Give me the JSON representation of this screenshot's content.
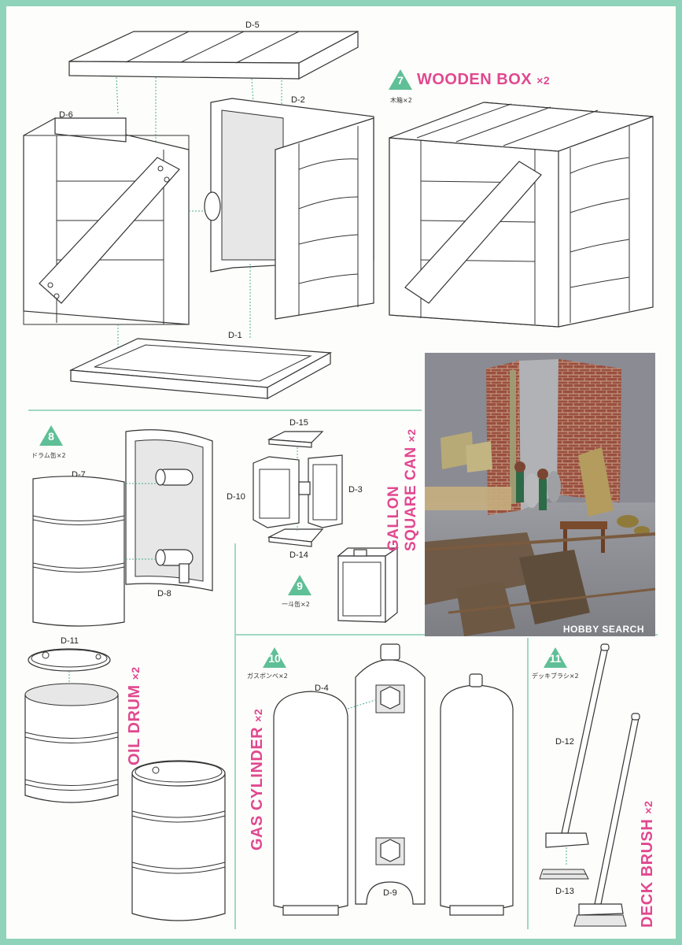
{
  "sections": {
    "wooden_box": {
      "number": "7",
      "title": "WOODEN BOX",
      "count": "×2",
      "subtitle_jp": "木箱×2"
    },
    "drum": {
      "number": "8",
      "subtitle_jp": "ドラム缶×2"
    },
    "gallon_can": {
      "number": "9",
      "title_line1": "GALLON",
      "title_line2": "SQUARE CAN",
      "count": "×2",
      "subtitle_jp": "一斗缶×2"
    },
    "oil_drum": {
      "title": "OIL DRUM",
      "count": "×2"
    },
    "gas_cylinder": {
      "number": "10",
      "title": "GAS CYLINDER",
      "count": "×2",
      "subtitle_jp": "ガスボンベ×2"
    },
    "deck_brush": {
      "number": "11",
      "title": "DECK BRUSH",
      "count": "×2",
      "subtitle_jp": "デッキブラシ×2"
    }
  },
  "parts": {
    "d1": "D-1",
    "d2": "D-2",
    "d3": "D-3",
    "d4": "D-4",
    "d5": "D-5",
    "d6": "D-6",
    "d7": "D-7",
    "d8": "D-8",
    "d9": "D-9",
    "d10": "D-10",
    "d11": "D-11",
    "d12": "D-12",
    "d13": "D-13",
    "d14": "D-14",
    "d15": "D-15"
  },
  "watermark": "HOBBY SEARCH",
  "colors": {
    "accent": "#e1488f",
    "step_green": "#5fbf96",
    "border": "#8fd4ba"
  }
}
